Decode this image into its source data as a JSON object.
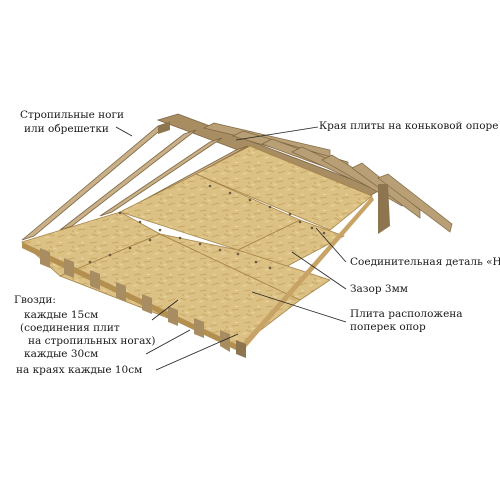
{
  "labels": {
    "rafters": "Стропильные ноги",
    "rafters2": "или обрешетки",
    "ridge_edges": "Края плиты на коньковой опоре",
    "h_clip": "Соединительная деталь «H»",
    "gap": "Зазор 3мм",
    "plate_across": "Плита расположена",
    "plate_across2": "поперек опор",
    "nails_title": "Гвозди:",
    "nails_line1": "каждые 15см",
    "nails_line2": "(соединения плит",
    "nails_line3": "на стропильных ногах)",
    "nails_line4": "каждые 30см",
    "nails_line5": "на краях каждые 10см"
  },
  "colors": {
    "osb_light": "#e3c98c",
    "osb_mid": "#d3b272",
    "osb_dark": "#b38f50",
    "timber": "#b99f75",
    "timber_dark": "#8d7550",
    "timber_top": "#d5c09a",
    "leader": "#222222"
  }
}
